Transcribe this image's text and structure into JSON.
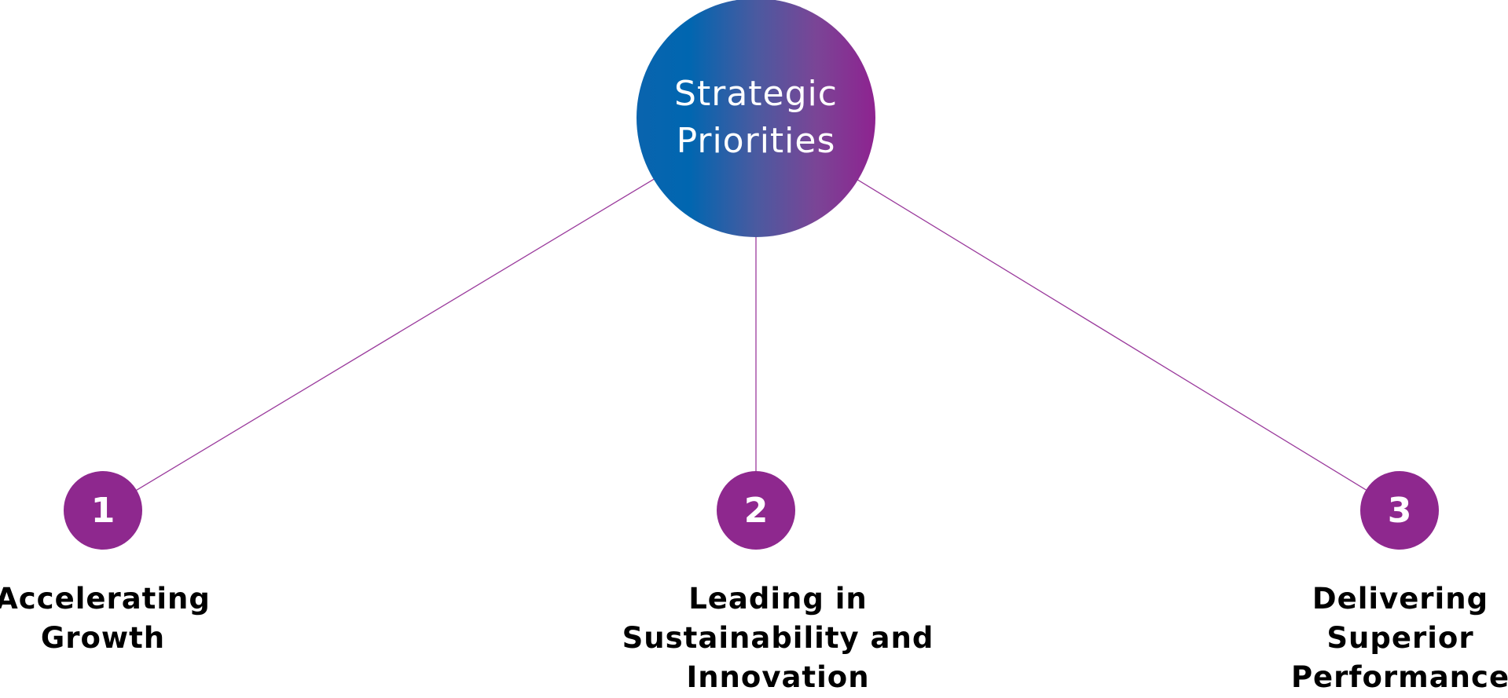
{
  "hub": {
    "line1": "Strategic",
    "line2": "Priorities"
  },
  "priorities": [
    {
      "number": "1",
      "lines": [
        "Accelerating",
        "Growth"
      ]
    },
    {
      "number": "2",
      "lines": [
        "Leading in",
        "Sustainability and",
        "Innovation"
      ]
    },
    {
      "number": "3",
      "lines": [
        "Delivering",
        "Superior",
        "Performance"
      ]
    }
  ],
  "colors": {
    "accent": "#8e288e",
    "gradient_start": "#0066b0",
    "gradient_end": "#8e2390"
  }
}
